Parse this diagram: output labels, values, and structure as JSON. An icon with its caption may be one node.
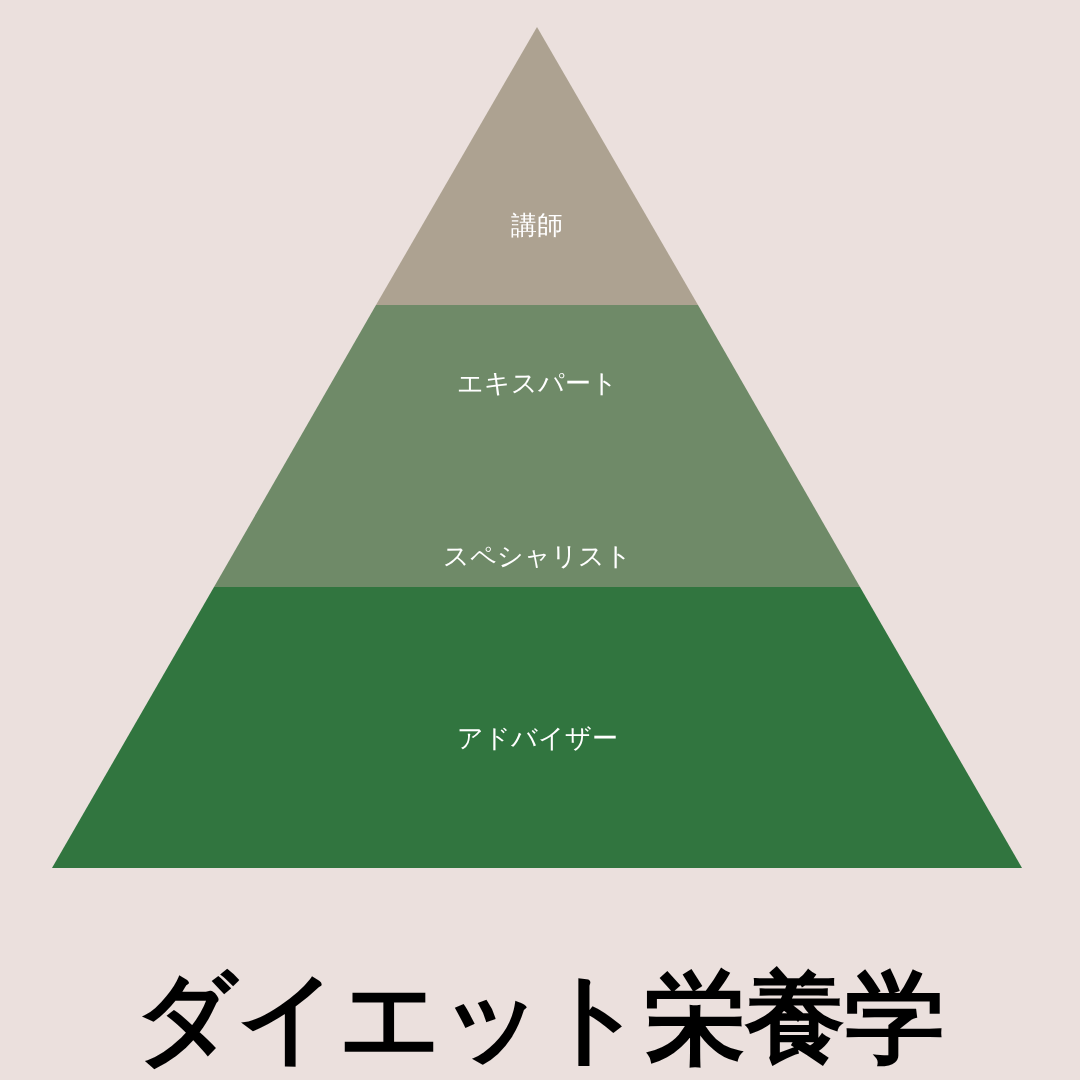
{
  "diagram": {
    "title": "ダイエット栄養学",
    "nodes": [
      {
        "text": [
          "講師"
        ]
      },
      {
        "text": [
          "エキスパート",
          "スペシャリスト"
        ]
      },
      {
        "text": [
          "アドバイザー"
        ]
      }
    ]
  }
}
